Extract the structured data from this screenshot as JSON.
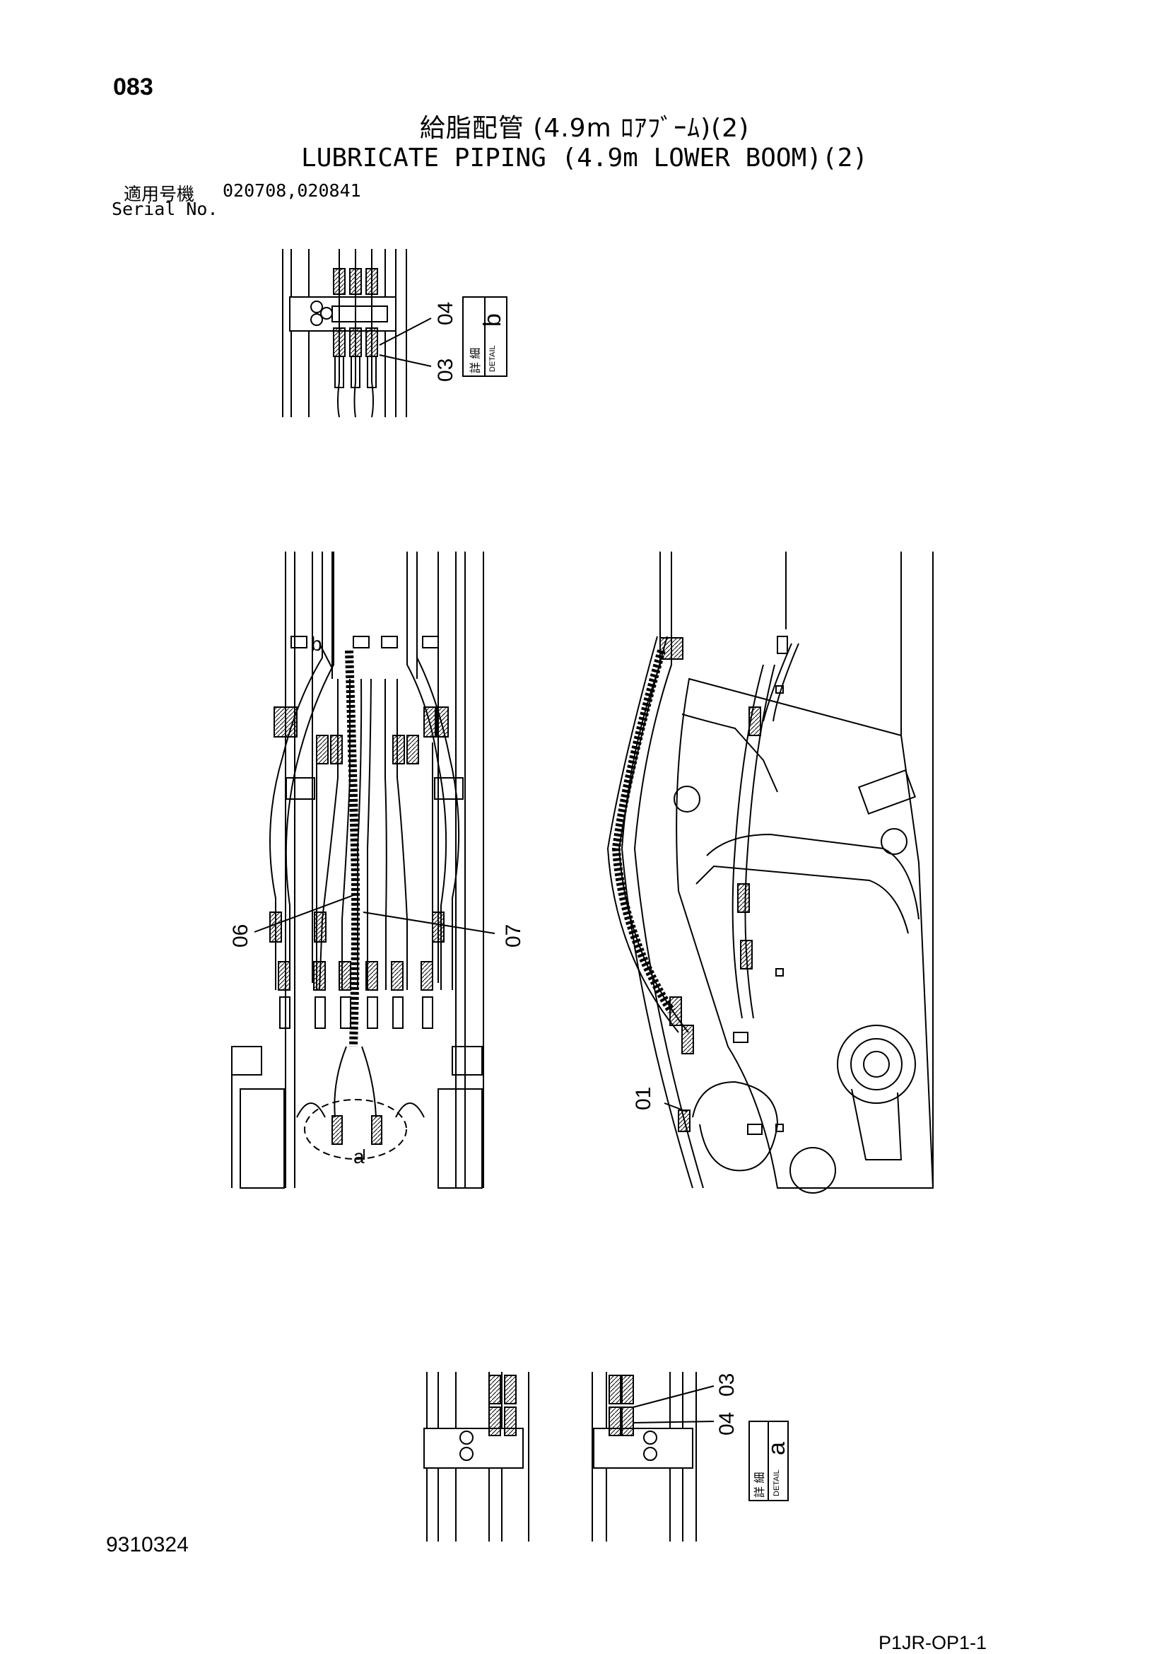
{
  "header": {
    "page_number": "083",
    "title_jp": "給脂配管 (4.9m ﾛｱﾌﾞｰﾑ)(2)",
    "title_en": "LUBRICATE PIPING (4.9m LOWER BOOM)(2)",
    "serial_label_jp": "適用号機",
    "serial_label_en": "Serial No.",
    "serial_values": "020708,020841"
  },
  "details": {
    "b": {
      "box_letter": "b",
      "box_kanji": "詳 細",
      "box_english": "DETAIL",
      "callouts": [
        "04",
        "03"
      ]
    },
    "a": {
      "box_letter": "a",
      "box_kanji": "詳 細",
      "box_english": "DETAIL",
      "callouts": [
        "03",
        "04"
      ]
    }
  },
  "main_view": {
    "callouts": [
      "06",
      "07"
    ],
    "detail_marks": [
      "b",
      "a"
    ]
  },
  "side_view": {
    "callouts": [
      "01"
    ]
  },
  "footer": {
    "document_number": "9310324",
    "page_code": "P1JR-OP1-1"
  }
}
